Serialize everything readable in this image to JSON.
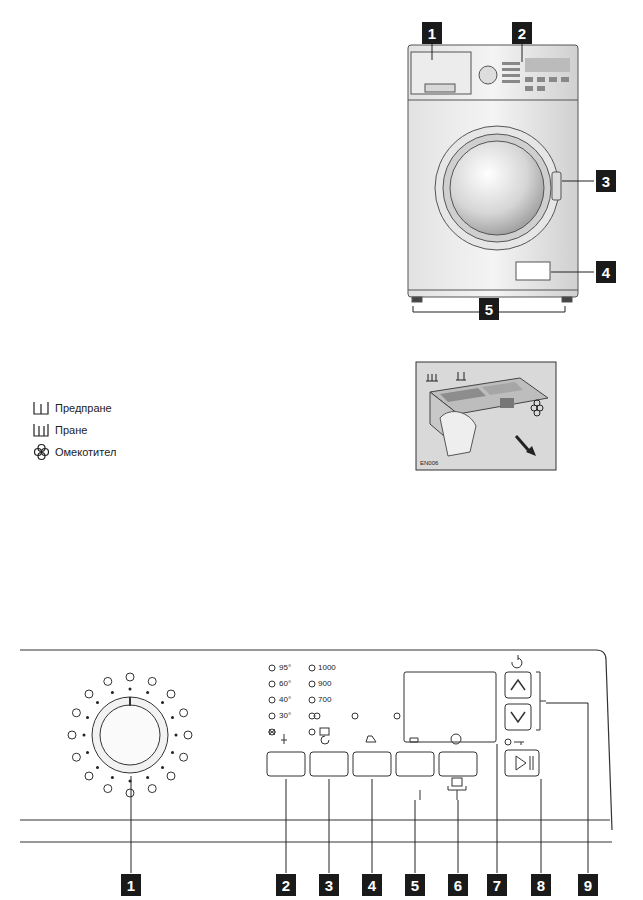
{
  "diagram": {
    "nodes": [
      {
        "text": [
          "1"
        ]
      },
      {
        "text": [
          "2"
        ]
      },
      {
        "text": [
          "3"
        ]
      },
      {
        "text": [
          "4"
        ]
      },
      {
        "text": [
          "5"
        ]
      },
      {
        "text": [
          "1"
        ]
      },
      {
        "text": [
          "2"
        ]
      },
      {
        "text": [
          "3"
        ]
      },
      {
        "text": [
          "4"
        ]
      },
      {
        "text": [
          "5"
        ]
      },
      {
        "text": [
          "6"
        ]
      },
      {
        "text": [
          "7"
        ]
      },
      {
        "text": [
          "8"
        ]
      },
      {
        "text": [
          "9"
        ]
      }
    ],
    "labels": [
      "EN006",
      "95°",
      "60°",
      "40°",
      "30°",
      "1000",
      "900",
      "700"
    ],
    "legend": [
      {
        "text": "Предпране"
      },
      {
        "text": "Пране"
      },
      {
        "text": "Омекотител"
      }
    ]
  }
}
